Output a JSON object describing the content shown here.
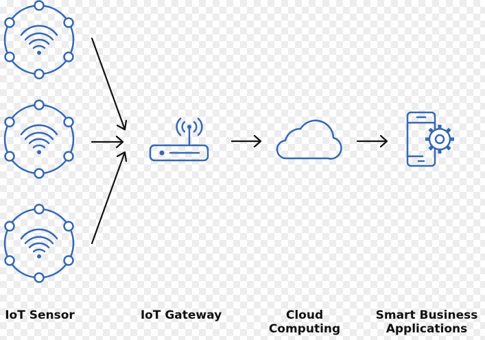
{
  "colors": {
    "icon": "#3468b3",
    "arrow": "#111111",
    "text": "#111111"
  },
  "icons": {
    "sensor": "wifi-sensor-icon",
    "gateway": "router-icon",
    "cloud": "cloud-icon",
    "apps": "phone-gear-icon"
  },
  "labels": {
    "sensor": "IoT Sensor",
    "gateway": "IoT Gateway",
    "cloud": "Cloud\nComputing",
    "apps": "Smart Business\nApplications"
  }
}
